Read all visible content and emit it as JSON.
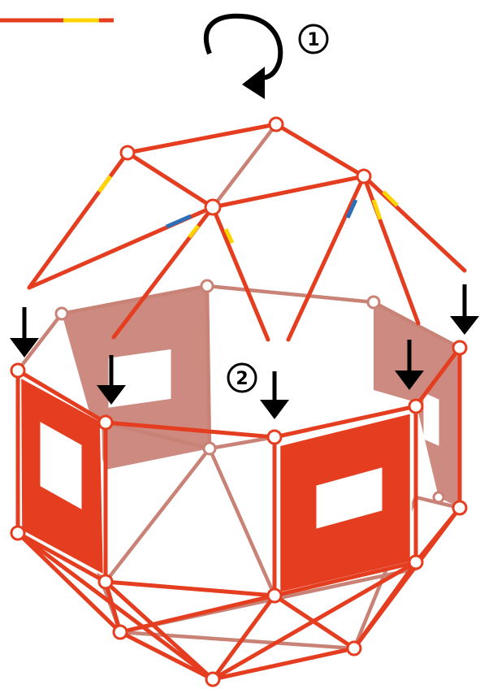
{
  "steps": [
    {
      "label": "1",
      "meaning": "rotate"
    },
    {
      "label": "2",
      "meaning": "lower"
    }
  ],
  "colors": {
    "rod_front": "#e43d1f",
    "rod_back": "#c98276",
    "panel_front": "#e43d1f",
    "panel_back": "#cc8a80",
    "connector_yellow": "#ffd400",
    "connector_blue": "#2a6fb8",
    "arrow": "#000000"
  },
  "icons": {
    "rotate": "curved-rotate-arrow-icon",
    "lower": "down-arrow-icon"
  }
}
